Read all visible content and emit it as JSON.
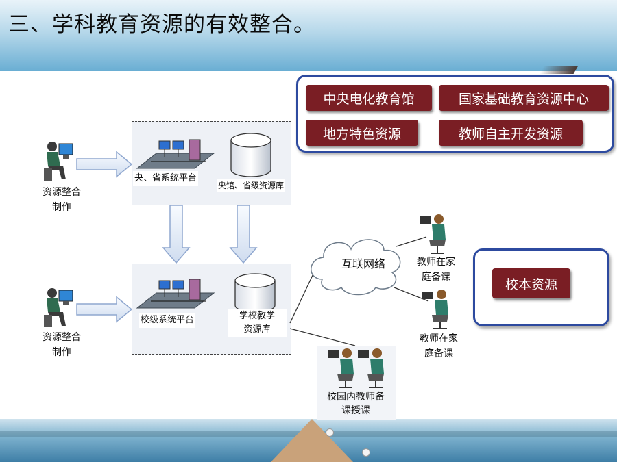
{
  "slide_title": "三、学科教育资源的有效整合。",
  "resources": {
    "central_audiovisual": "中央电化教育馆",
    "national_center": "国家基础教育资源中心",
    "local_special": "地方特色资源",
    "teacher_developed": "教师自主开发资源"
  },
  "school_resource": "校本资源",
  "top_left_worker": {
    "line1": "资源整合",
    "line2": "制作"
  },
  "bottom_left_worker": {
    "line1": "资源整合",
    "line2": "制作"
  },
  "central_platform": "央、省系统平台",
  "central_db": "央馆、省级资源库",
  "school_platform": "校级系统平台",
  "school_db": {
    "line1": "学校教学",
    "line2": "资源库"
  },
  "internet": "互联网络",
  "home_teacher_1": {
    "line1": "教师在家",
    "line2": "庭备课"
  },
  "home_teacher_2": {
    "line1": "教师在家",
    "line2": "庭备课"
  },
  "campus_teachers": {
    "line1": "校园内教师备",
    "line2": "课授课"
  }
}
